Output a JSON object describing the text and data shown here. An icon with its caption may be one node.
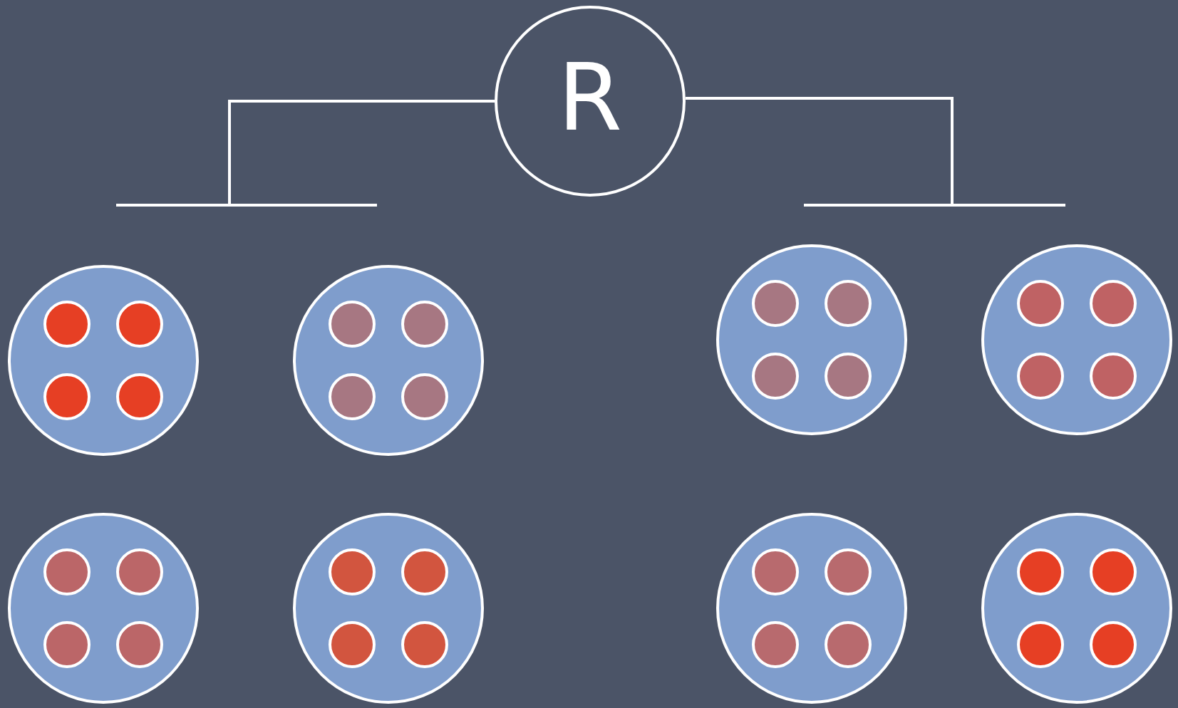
{
  "diagram": {
    "nodes": [
      {
        "text": [
          "R"
        ]
      },
      {
        "text": [],
        "shape": "bar"
      },
      {
        "text": [],
        "shape": "bar"
      },
      {
        "text": [],
        "shape": "circle"
      },
      {
        "text": [],
        "shape": "circle"
      },
      {
        "text": [],
        "shape": "circle"
      },
      {
        "text": [],
        "shape": "circle"
      },
      {
        "text": [],
        "shape": "circle"
      },
      {
        "text": [],
        "shape": "circle"
      },
      {
        "text": [],
        "shape": "circle"
      },
      {
        "text": [],
        "shape": "circle"
      },
      {
        "text": [],
        "shape": "circle",
        "in": 3
      },
      {
        "text": [],
        "shape": "circle",
        "in": 3
      },
      {
        "text": [],
        "shape": "circle",
        "in": 3
      },
      {
        "text": [],
        "shape": "circle",
        "in": 3
      },
      {
        "text": [],
        "shape": "circle",
        "in": 4
      },
      {
        "text": [],
        "shape": "circle",
        "in": 4
      },
      {
        "text": [],
        "shape": "circle",
        "in": 4
      },
      {
        "text": [],
        "shape": "circle",
        "in": 4
      },
      {
        "text": [],
        "shape": "circle",
        "in": 5
      },
      {
        "text": [],
        "shape": "circle",
        "in": 5
      },
      {
        "text": [],
        "shape": "circle",
        "in": 5
      },
      {
        "text": [],
        "shape": "circle",
        "in": 5
      },
      {
        "text": [],
        "shape": "circle",
        "in": 6
      },
      {
        "text": [],
        "shape": "circle",
        "in": 6
      },
      {
        "text": [],
        "shape": "circle",
        "in": 6
      },
      {
        "text": [],
        "shape": "circle",
        "in": 6
      },
      {
        "text": [],
        "shape": "circle",
        "in": 7
      },
      {
        "text": [],
        "shape": "circle",
        "in": 7
      },
      {
        "text": [],
        "shape": "circle",
        "in": 7
      },
      {
        "text": [],
        "shape": "circle",
        "in": 7
      },
      {
        "text": [],
        "shape": "circle",
        "in": 8
      },
      {
        "text": [],
        "shape": "circle",
        "in": 8
      },
      {
        "text": [],
        "shape": "circle",
        "in": 8
      },
      {
        "text": [],
        "shape": "circle",
        "in": 8
      },
      {
        "text": [],
        "shape": "circle",
        "in": 9
      },
      {
        "text": [],
        "shape": "circle",
        "in": 9
      },
      {
        "text": [],
        "shape": "circle",
        "in": 9
      },
      {
        "text": [],
        "shape": "circle",
        "in": 9
      },
      {
        "text": [],
        "shape": "circle",
        "in": 10
      },
      {
        "text": [],
        "shape": "circle",
        "in": 10
      },
      {
        "text": [],
        "shape": "circle",
        "in": 10
      },
      {
        "text": [],
        "shape": "circle",
        "in": 10
      }
    ],
    "edges": [
      {
        "from": 0,
        "to": 1,
        "arrow": "none"
      },
      {
        "from": 0,
        "to": 2,
        "arrow": "none"
      }
    ]
  }
}
